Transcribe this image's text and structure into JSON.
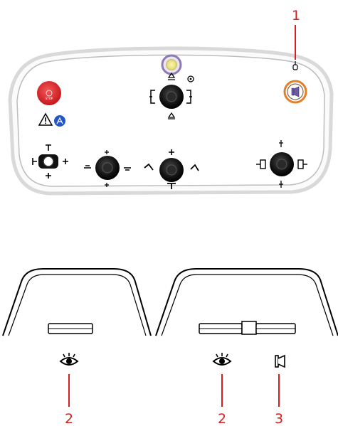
{
  "callouts": {
    "c1": "1",
    "c2a": "2",
    "c2b": "2",
    "c3": "3"
  },
  "estop_text": "STOP",
  "colors": {
    "callout_red": "#d61f1f",
    "estop_red": "#e0262b",
    "indicator_yellow": "#e7df88",
    "indicator_ring": "#8e7ab4",
    "accent_orange": "#e37f2a",
    "info_blue": "#2356c7",
    "panel_border": "#d9d9d9",
    "ink": "#000000"
  },
  "icons": {
    "panel": [
      "emergency-stop-button",
      "warning-triangle-icon",
      "operator-manual-icon",
      "yellow-indicator-lamp",
      "rotation-symbol-icon",
      "hand-probe-icon",
      "orange-horn-button",
      "joystick"
    ],
    "lower": [
      "eye-icon",
      "horn-icon"
    ]
  }
}
